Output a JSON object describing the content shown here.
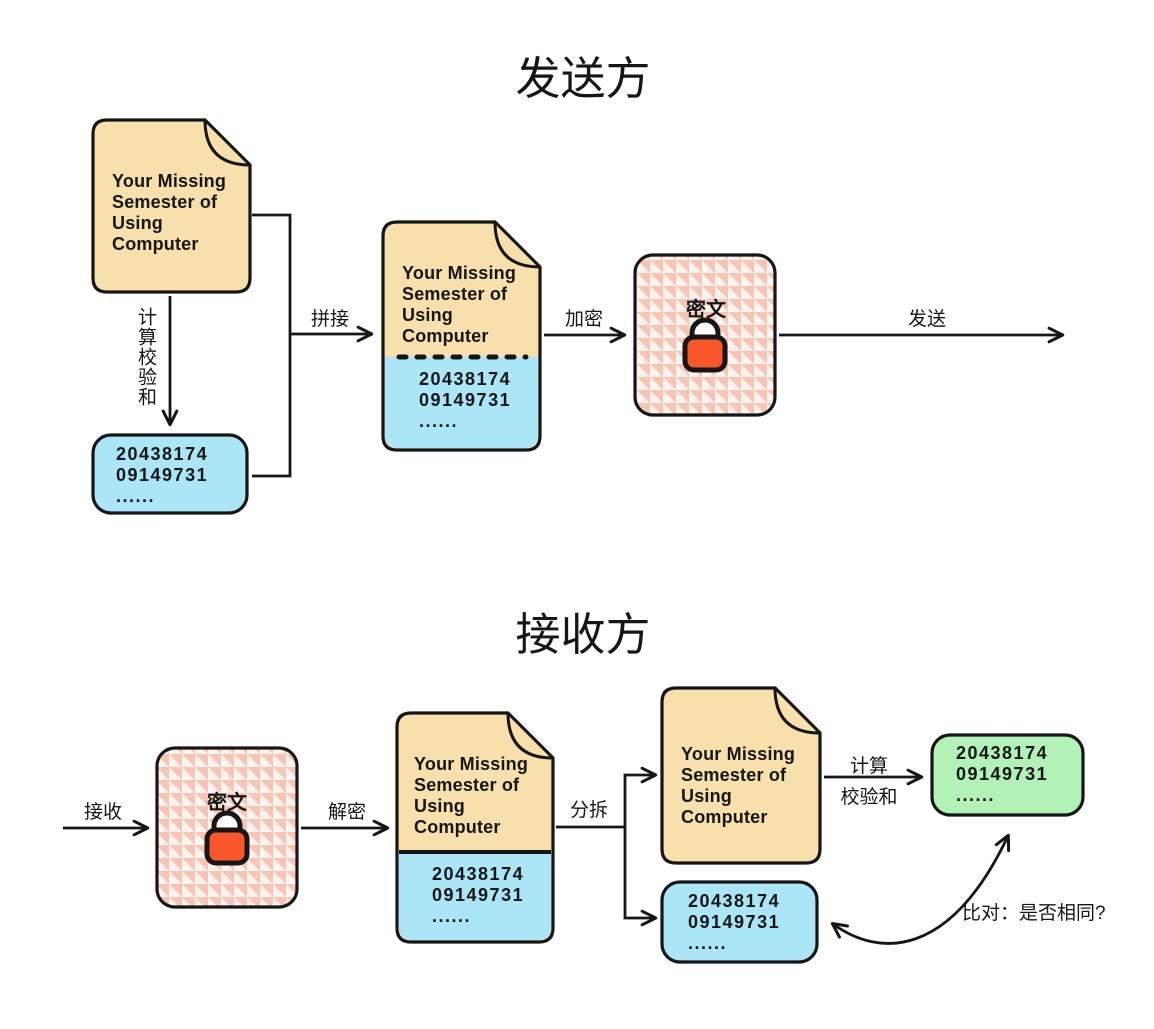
{
  "sender": {
    "section_title": "发送方",
    "labels": {
      "compute_checksum": "计算校验和",
      "concat": "拼接",
      "encrypt": "加密",
      "send": "发送"
    },
    "ciphertext_label": "密文"
  },
  "receiver": {
    "section_title": "接收方",
    "labels": {
      "receive": "接收",
      "decrypt": "解密",
      "split": "分拆",
      "compute_checksum_line1": "计算",
      "compute_checksum_line2": "校验和",
      "compare": "比对：是否相同?"
    },
    "ciphertext_label": "密文"
  },
  "document": {
    "line1": "Your Missing",
    "line2": "Semester of",
    "line3": "Using",
    "line4": "Computer"
  },
  "checksum": {
    "line1": "20438174",
    "line2": "09149731",
    "line3": "......"
  },
  "colors": {
    "paper": "#F7E0AC",
    "checksum_blue": "#ABE6F7",
    "verify_green": "#B2F2B6",
    "lock_orange": "#F9562A",
    "pattern_pink": "#F9C4B2",
    "pattern_pink_light": "#FEF3EF",
    "stroke": "#161616"
  }
}
